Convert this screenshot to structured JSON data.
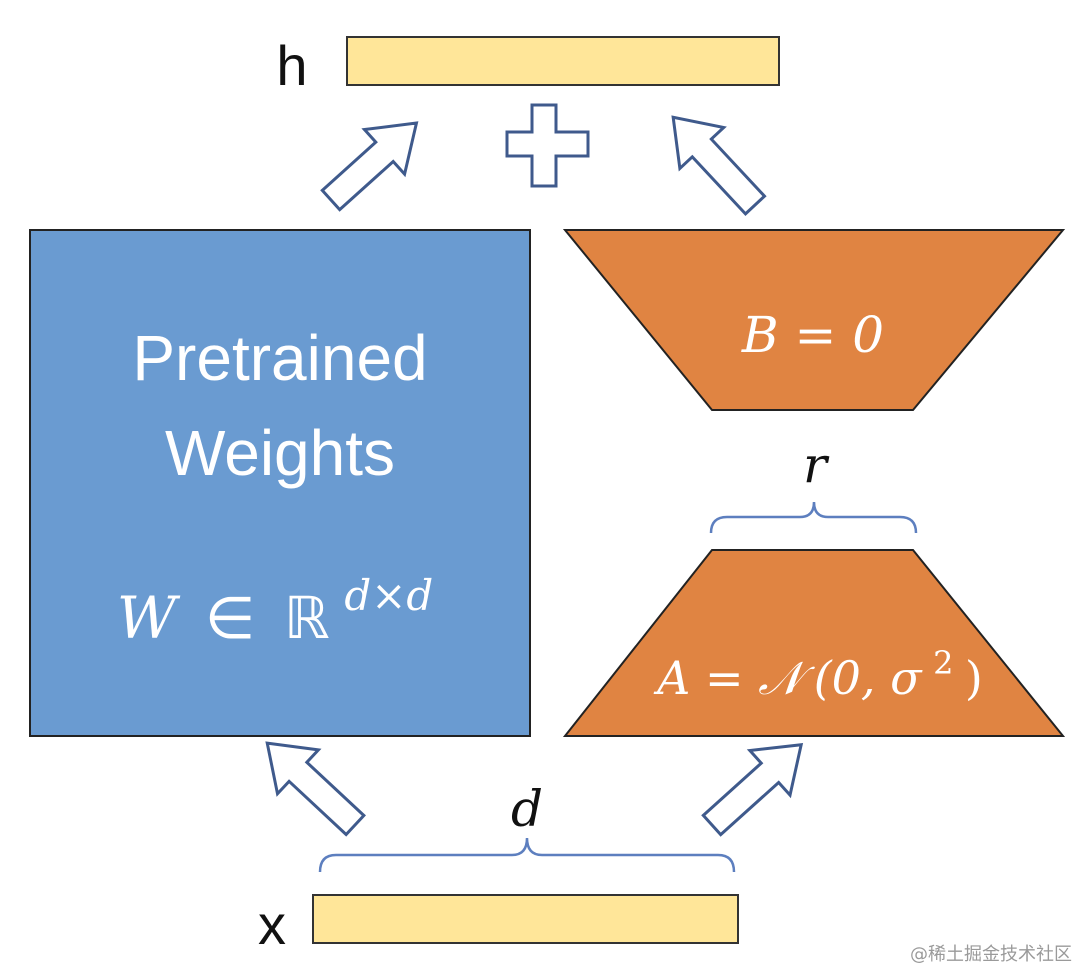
{
  "labels": {
    "h": "h",
    "x": "x",
    "plus": "+",
    "r": "r",
    "d": "d"
  },
  "pretrained": {
    "line1": "Pretrained",
    "line2": "Weights",
    "math_w": "W",
    "math_in": "∈",
    "math_r": "ℝ",
    "math_sup": "d×d"
  },
  "lora": {
    "b_label": "B = 0",
    "a_prefix": "A = ",
    "a_n": "𝒩",
    "a_args": "(0, σ",
    "a_sup": "2",
    "a_close": ")"
  },
  "watermark": "@稀土掘金技术社区",
  "colors": {
    "vector": "#FFE699",
    "pretrained": "#6A9BD1",
    "lora": "#E08442",
    "arrow": "#3F5A8C",
    "brace": "#5D7FBF",
    "text_dark": "#111111",
    "text_light": "#FFFFFF"
  }
}
